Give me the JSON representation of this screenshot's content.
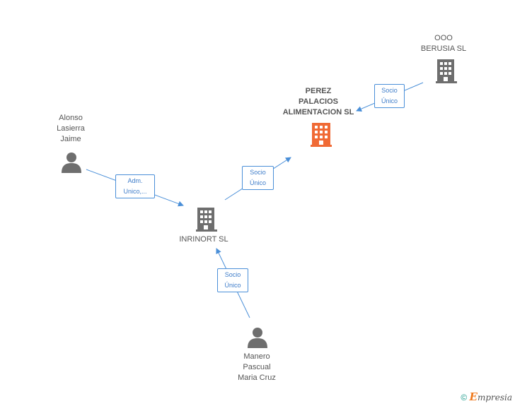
{
  "nodes": {
    "perez": {
      "lines": [
        "PEREZ",
        "PALACIOS",
        "ALIMENTACION SL"
      ],
      "type": "company",
      "color": "#f06a35"
    },
    "ooo": {
      "lines": [
        "OOO",
        "BERUSIA  SL"
      ],
      "type": "company",
      "color": "#6e6e6e"
    },
    "inrinort": {
      "lines": [
        "INRINORT SL"
      ],
      "type": "company",
      "color": "#6e6e6e"
    },
    "alonso": {
      "lines": [
        "Alonso",
        "Lasierra",
        "Jaime"
      ],
      "type": "person",
      "color": "#6e6e6e"
    },
    "manero": {
      "lines": [
        "Manero",
        "Pascual",
        "Maria Cruz"
      ],
      "type": "person",
      "color": "#6e6e6e"
    }
  },
  "edges": {
    "ooo_perez": {
      "lines": [
        "Socio",
        "Único"
      ]
    },
    "inrinort_perez": {
      "lines": [
        "Socio",
        "Único"
      ]
    },
    "alonso_inrinort": {
      "lines": [
        "Adm.",
        "Unico,..."
      ]
    },
    "manero_inrinort": {
      "lines": [
        "Socio",
        "Único"
      ]
    }
  },
  "colors": {
    "edge": "#4a8fd8",
    "icon": "#6e6e6e",
    "highlight": "#f06a35"
  },
  "copyright": {
    "symbol": "©",
    "brand_initial": "E",
    "brand_rest": "mpresia"
  }
}
